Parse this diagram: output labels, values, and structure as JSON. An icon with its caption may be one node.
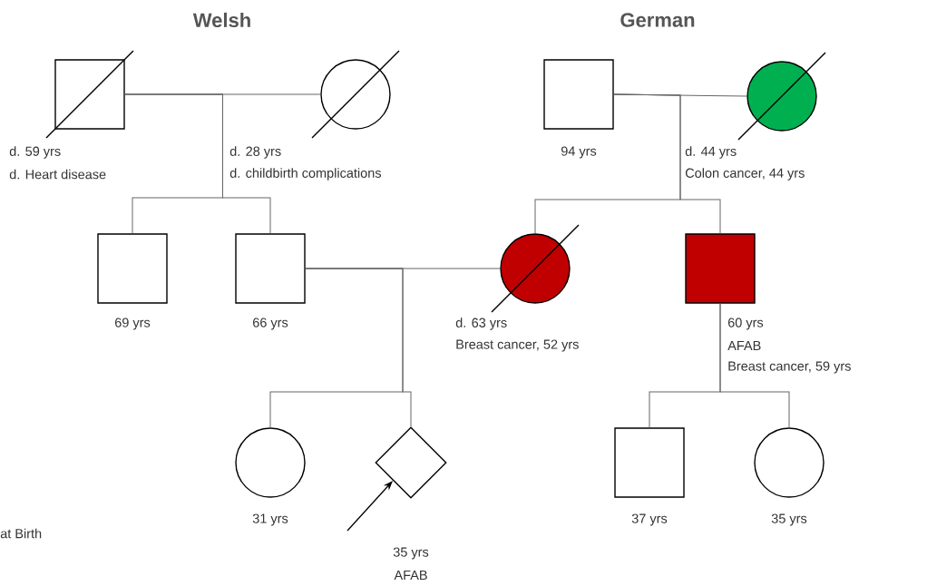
{
  "diagram": {
    "nodes": [
      {
        "text": [],
        "shape": "box",
        "beside": [
          "d. 59 yrs",
          "d. Heart disease"
        ]
      },
      {
        "text": [],
        "shape": "circle",
        "beside": [
          "d. 28 yrs",
          "d. childbirth complications"
        ]
      },
      {
        "text": [],
        "shape": "box",
        "beside": [
          "94 yrs"
        ]
      },
      {
        "text": [],
        "shape": "circle",
        "beside": [
          "d. 44 yrs",
          "Colon cancer, 44 yrs"
        ]
      },
      {
        "text": [],
        "shape": "box",
        "beside": [
          "69 yrs"
        ]
      },
      {
        "text": [],
        "shape": "box",
        "beside": [
          "66 yrs"
        ]
      },
      {
        "text": [],
        "shape": "circle",
        "beside": [
          "d. 63 yrs",
          "Breast cancer, 52 yrs"
        ]
      },
      {
        "text": [],
        "shape": "box",
        "beside": [
          "60 yrs",
          "AFAB",
          "Breast cancer, 59 yrs"
        ]
      },
      {
        "text": [],
        "shape": "circle",
        "beside": [
          "31 yrs"
        ]
      },
      {
        "text": [],
        "shape": "diamond",
        "beside": [
          "35 yrs",
          "AFAB"
        ]
      },
      {
        "text": [],
        "shape": "box",
        "beside": [
          "37 yrs"
        ]
      },
      {
        "text": [],
        "shape": "circle",
        "beside": [
          "35 yrs"
        ]
      }
    ],
    "edges": [
      {
        "from": 0,
        "to": 1,
        "arrow": "none"
      },
      {
        "from": 2,
        "to": 3,
        "arrow": "none"
      },
      {
        "from": 0,
        "to": 4,
        "arrow": "none"
      },
      {
        "from": 0,
        "to": 5,
        "arrow": "none"
      },
      {
        "from": 2,
        "to": 6,
        "arrow": "none"
      },
      {
        "from": 2,
        "to": 7,
        "arrow": "none"
      },
      {
        "from": 5,
        "to": 6,
        "arrow": "none"
      },
      {
        "from": 5,
        "to": 8,
        "arrow": "none"
      },
      {
        "from": 5,
        "to": 9,
        "arrow": "none"
      },
      {
        "from": 7,
        "to": 10,
        "arrow": "none"
      },
      {
        "from": 7,
        "to": 11,
        "arrow": "none"
      },
      {
        "from": null,
        "to": 9,
        "arrow": "to",
        "color": "#000000"
      }
    ],
    "labels": [
      "Welsh",
      "German",
      "at Birth"
    ]
  }
}
